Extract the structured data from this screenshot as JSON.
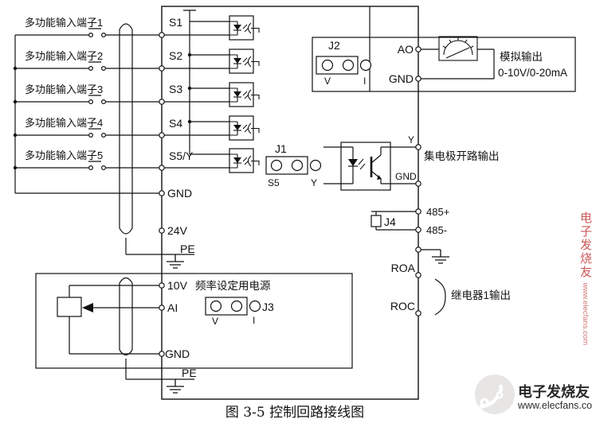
{
  "figure": {
    "caption": "图 3-5 控制回路接线图"
  },
  "inputs": {
    "labels": [
      "多功能输入端子1",
      "多功能输入端子2",
      "多功能输入端子3",
      "多功能输入端子4",
      "多功能输入端子5"
    ]
  },
  "left_terminals": {
    "s1": "S1",
    "s2": "S2",
    "s3": "S3",
    "s4": "S4",
    "s5y": "S5/Y",
    "gnd": "GND",
    "p24": "24V",
    "pe_top": "PE",
    "v10": "10V",
    "ai": "AI",
    "gnd2": "GND",
    "pe_bottom": "PE"
  },
  "right_terminals": {
    "ao": "AO",
    "gnd_ao": "GND",
    "y": "Y",
    "gnd_y": "GND",
    "rs485_plus": "485+",
    "rs485_minus": "485-",
    "roa": "ROA",
    "roc": "ROC"
  },
  "jumpers": {
    "j1": {
      "name": "J1",
      "opt_left": "S5",
      "opt_right": "Y"
    },
    "j2": {
      "name": "J2",
      "opt_left": "V",
      "opt_right": "I"
    },
    "j3": {
      "name": "J3",
      "opt_left": "V",
      "opt_right": "I"
    },
    "j4": {
      "name": "J4"
    }
  },
  "notes": {
    "analog_output": "模拟输出",
    "analog_range": "0-10V/0-20mA",
    "open_collector": "集电极开路输出",
    "relay_output": "继电器1输出",
    "freq_power": "频率设定用电源"
  },
  "watermark": {
    "brand": "电子发烧友",
    "site": "www.elecfans.com"
  }
}
